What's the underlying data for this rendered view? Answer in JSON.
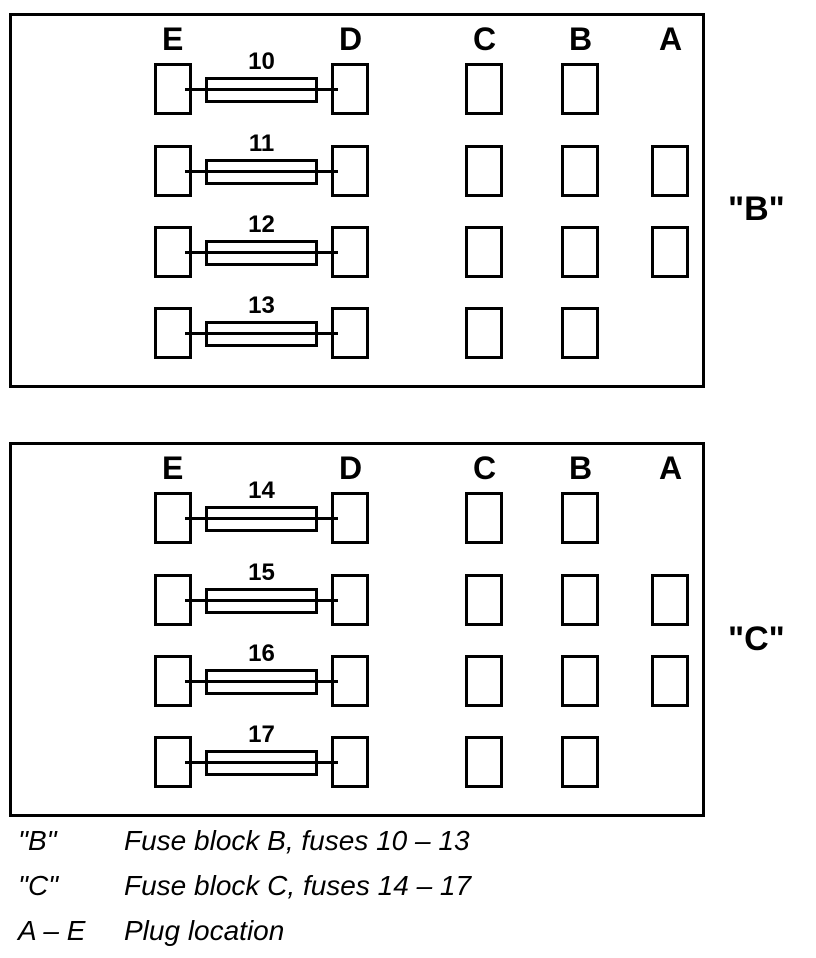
{
  "blocks": [
    {
      "label": "\"B\"",
      "columns": [
        "E",
        "D",
        "C",
        "B",
        "A"
      ],
      "fuses": [
        "10",
        "11",
        "12",
        "13"
      ]
    },
    {
      "label": "\"C\"",
      "columns": [
        "E",
        "D",
        "C",
        "B",
        "A"
      ],
      "fuses": [
        "14",
        "15",
        "16",
        "17"
      ]
    }
  ],
  "legend": [
    {
      "key": "\"B\"",
      "text": "Fuse block B, fuses 10 – 13"
    },
    {
      "key": "\"C\"",
      "text": "Fuse block C, fuses 14 – 17"
    },
    {
      "key": "A – E",
      "text": "Plug location"
    }
  ]
}
